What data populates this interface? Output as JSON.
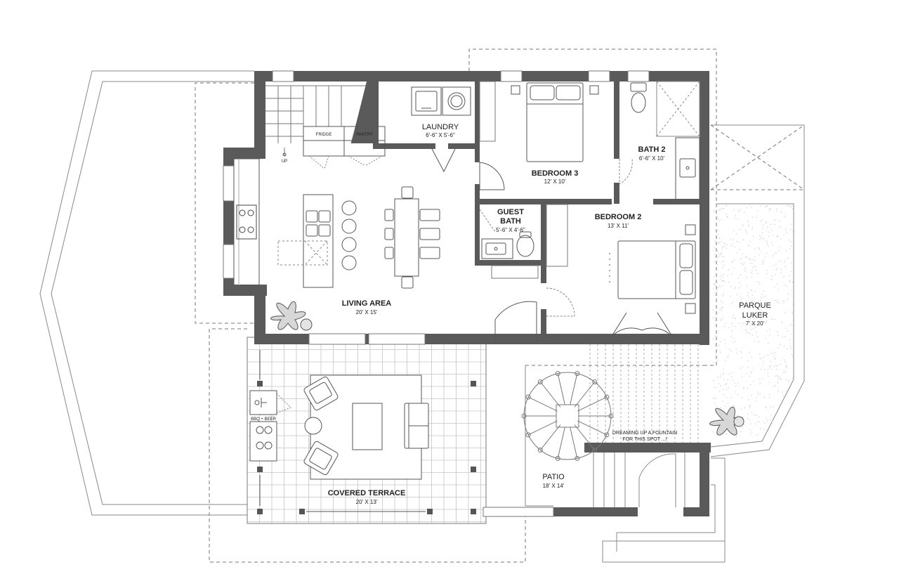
{
  "colors": {
    "wall": "#5a5a5a",
    "line": "#555555",
    "thin": "#888888",
    "dash": "#777777",
    "paving": "#bfbfbf",
    "speckle": "#cfcfcf"
  },
  "rooms": {
    "laundry": {
      "name": "LAUNDRY",
      "size": "6'-6\" X 5'-6\""
    },
    "bedroom3": {
      "name": "BEDROOM 3",
      "size": "12' X 10'"
    },
    "bath2": {
      "name": "BATH 2",
      "size": "6'-6\" X 10'"
    },
    "guest_bath": {
      "name_line1": "GUEST",
      "name_line2": "BATH",
      "size": "5'-6\" X 4'-6\""
    },
    "bedroom2": {
      "name": "BEDROOM 2",
      "size": "13' X 11'"
    },
    "living_area": {
      "name": "LIVING AREA",
      "size": "20' X 15'"
    },
    "covered_terrace": {
      "name": "COVERED TERRACE",
      "size": "20' X 13'"
    },
    "patio": {
      "name": "PATIO",
      "size": "18' X 14'"
    },
    "parque_luker": {
      "name_line1": "PARQUE",
      "name_line2": "LUKER",
      "size": "7' X 20'"
    }
  },
  "labels": {
    "fridge": "FRIDGE",
    "pantry": "PANTRY",
    "up": "UP",
    "bbq": "BBQ + BEER",
    "fountain_line1": "DREAMING UP A FOUNTAIN",
    "fountain_line2": "FOR THIS SPOT ...!"
  },
  "icons": [
    "washer-icon",
    "dryer-icon",
    "bed-icon",
    "toilet-icon",
    "sink-icon",
    "stove-icon",
    "plant-icon",
    "armchair-icon",
    "sofa-icon",
    "grill-icon",
    "spiral-stair-icon"
  ]
}
